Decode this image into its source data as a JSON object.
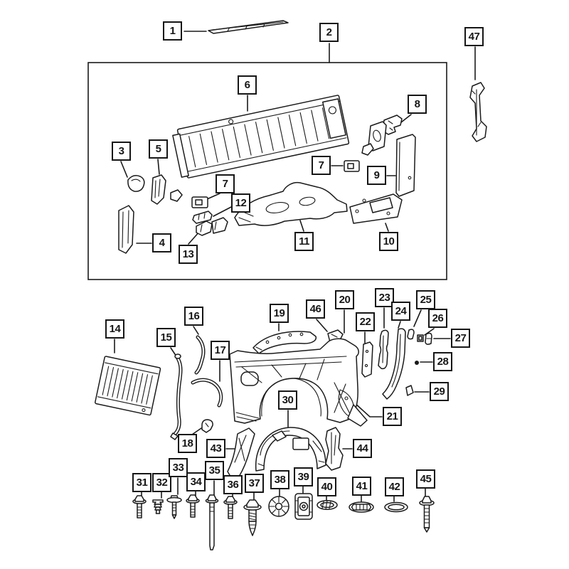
{
  "diagram": {
    "kind": "exploded-parts-diagram",
    "colors": {
      "line": "#1a1a1a",
      "background": "#ffffff",
      "callout_border": "#161616"
    }
  },
  "callouts": [
    {
      "label": "1"
    },
    {
      "label": "2"
    },
    {
      "label": "47"
    },
    {
      "label": "6"
    },
    {
      "label": "8"
    },
    {
      "label": "3"
    },
    {
      "label": "5"
    },
    {
      "label": "7"
    },
    {
      "label": "9"
    },
    {
      "label": "7"
    },
    {
      "label": "12"
    },
    {
      "label": "4"
    },
    {
      "label": "13"
    },
    {
      "label": "11"
    },
    {
      "label": "10"
    },
    {
      "label": "14"
    },
    {
      "label": "15"
    },
    {
      "label": "16"
    },
    {
      "label": "17"
    },
    {
      "label": "19"
    },
    {
      "label": "46"
    },
    {
      "label": "20"
    },
    {
      "label": "22"
    },
    {
      "label": "23"
    },
    {
      "label": "24"
    },
    {
      "label": "25"
    },
    {
      "label": "26"
    },
    {
      "label": "27"
    },
    {
      "label": "28"
    },
    {
      "label": "29"
    },
    {
      "label": "21"
    },
    {
      "label": "30"
    },
    {
      "label": "18"
    },
    {
      "label": "43"
    },
    {
      "label": "44"
    },
    {
      "label": "31"
    },
    {
      "label": "32"
    },
    {
      "label": "33"
    },
    {
      "label": "34"
    },
    {
      "label": "35"
    },
    {
      "label": "36"
    },
    {
      "label": "37"
    },
    {
      "label": "38"
    },
    {
      "label": "39"
    },
    {
      "label": "40"
    },
    {
      "label": "41"
    },
    {
      "label": "42"
    },
    {
      "label": "45"
    }
  ]
}
